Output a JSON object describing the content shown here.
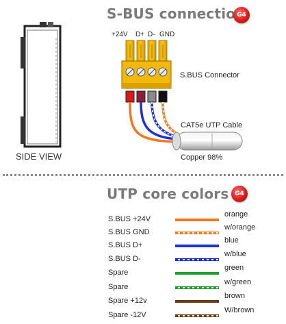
{
  "sbus_section": {
    "title": "S-BUS connection",
    "badge": "G4",
    "side_view_label": "SIDE VIEW",
    "pin_labels": [
      "+24V",
      "D+",
      "D-",
      "GND"
    ],
    "connector_label": "S.BUS Connector",
    "cable_label": "CAT5e UTP Cable",
    "copper_label": "Copper 98%"
  },
  "utp_section": {
    "title": "UTP core colors",
    "badge": "G4",
    "rows": [
      {
        "signal": "S.BUS +24V",
        "color_name": "orange",
        "hex": "#f07820",
        "striped": false
      },
      {
        "signal": "S.BUS  GND",
        "color_name": "w/orange",
        "hex": "#f07820",
        "striped": true
      },
      {
        "signal": "S.BUS  D+",
        "color_name": "blue",
        "hex": "#1b2fd6",
        "striped": false
      },
      {
        "signal": "S.BUS  D-",
        "color_name": "w/blue",
        "hex": "#1b2fd6",
        "striped": true
      },
      {
        "signal": "Spare",
        "color_name": "green",
        "hex": "#1e9e2a",
        "striped": false
      },
      {
        "signal": "Spare",
        "color_name": "w/green",
        "hex": "#1e9e2a",
        "striped": true
      },
      {
        "signal": "Spare +12v",
        "color_name": "brown",
        "hex": "#6b3a12",
        "striped": false
      },
      {
        "signal": "Spare -12V",
        "color_name": "W/brown",
        "hex": "#6b3a12",
        "striped": true
      }
    ]
  },
  "colors": {
    "title_gray": "#7a7a7a",
    "connector_yellow": "#f2b80a",
    "badge_red": "#d81c1c"
  }
}
